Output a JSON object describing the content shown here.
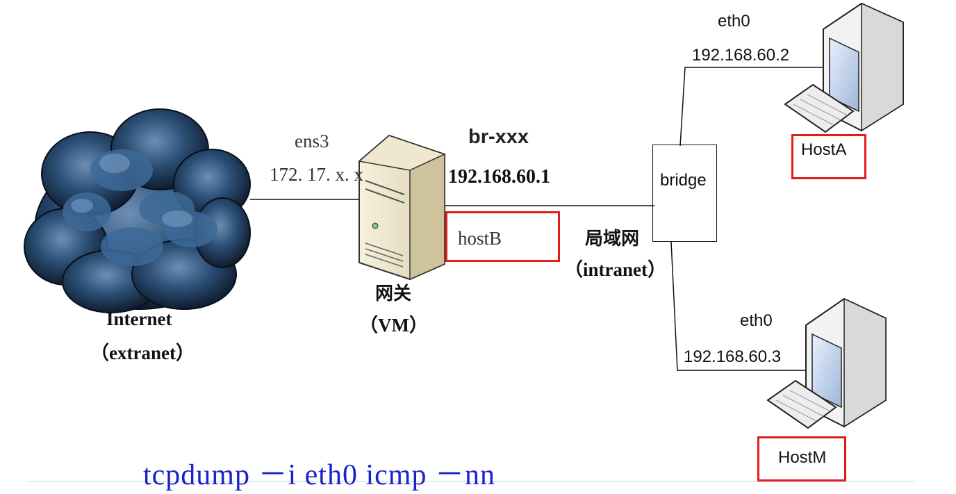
{
  "internet": {
    "label": "Internet",
    "sublabel": "（extranet）"
  },
  "gateway": {
    "iface_name": "ens3",
    "iface_ip": "172. 17. x. x",
    "label": "网关",
    "sublabel": "（VM）",
    "bridge_iface": "br-xxx",
    "bridge_ip": "192.168.60.1",
    "host_label": "hostB"
  },
  "lan": {
    "label": "局域网",
    "sublabel": "（intranet）"
  },
  "bridge": {
    "label": "bridge"
  },
  "hostA": {
    "iface": "eth0",
    "ip": "192.168.60.2",
    "label": "HostA"
  },
  "hostM": {
    "iface": "eth0",
    "ip": "192.168.60.3",
    "label": "HostM"
  },
  "command": "tcpdump －i eth0 icmp －nn",
  "colors": {
    "highlight_box": "#e31b1b",
    "command_text": "#1a23c9",
    "cloud": "#1f3a5c",
    "line": "#111111"
  }
}
